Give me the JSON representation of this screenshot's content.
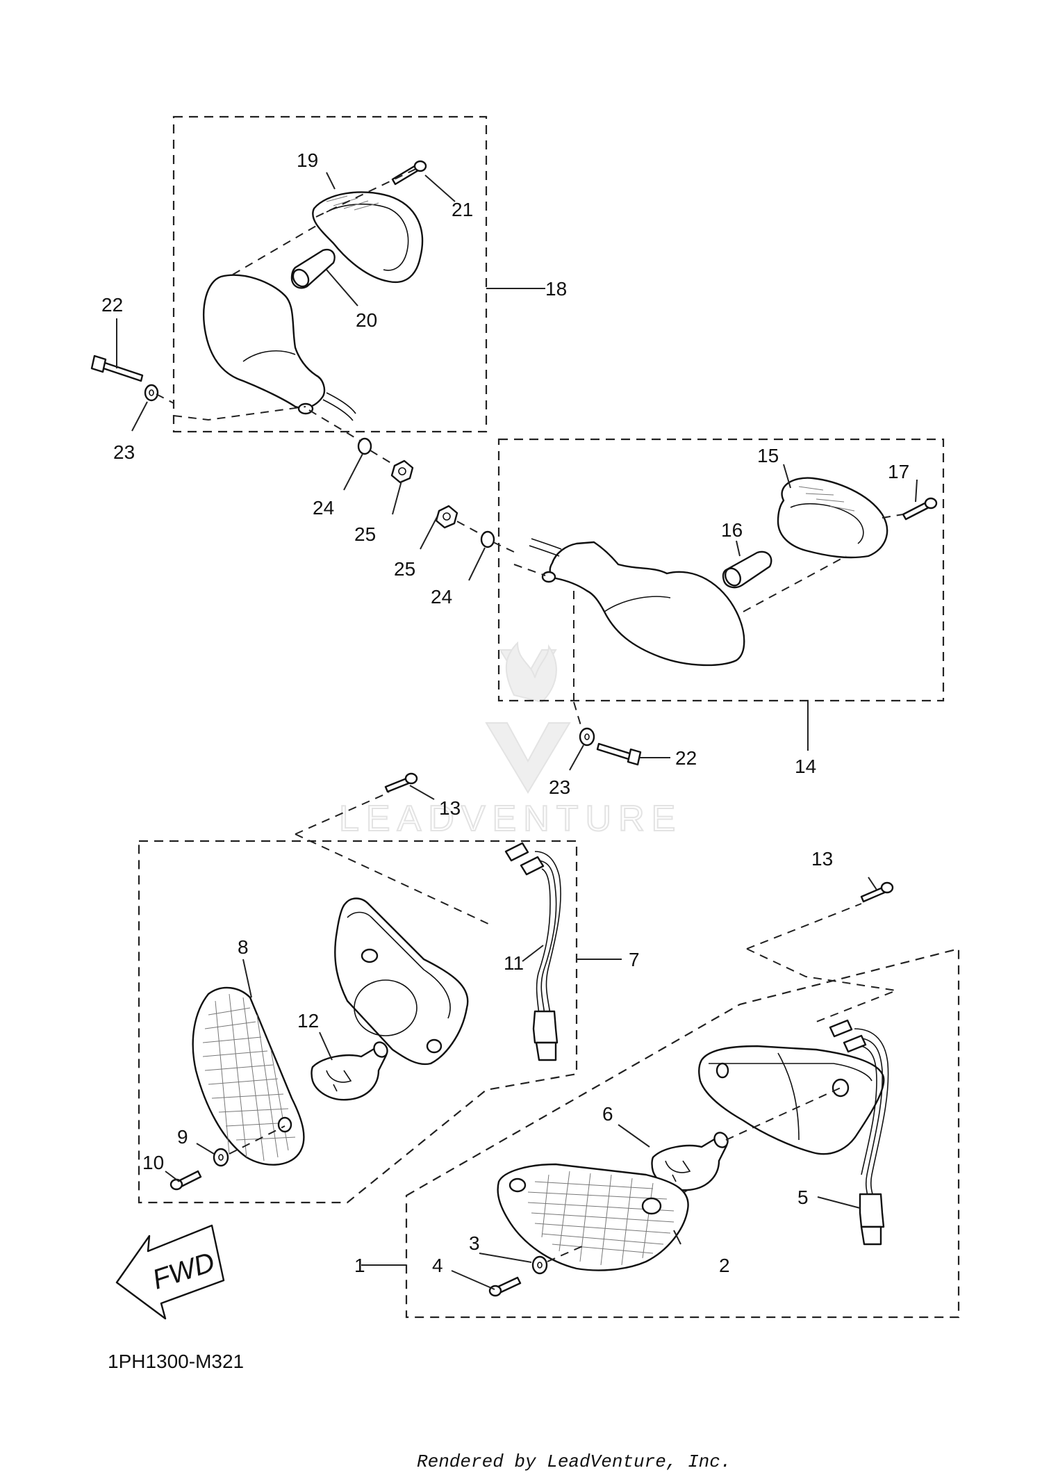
{
  "watermark": {
    "text": "LEADVENTURE"
  },
  "diagram_code": "1PH1300-M321",
  "fwd_label": "FWD",
  "footer": "Rendered by LeadVenture, Inc.",
  "labels": {
    "l1": "1",
    "l2": "2",
    "l3": "3",
    "l4": "4",
    "l5": "5",
    "l6": "6",
    "l7": "7",
    "l8": "8",
    "l9": "9",
    "l10": "10",
    "l11": "11",
    "l12": "12",
    "l13a": "13",
    "l13b": "13",
    "l14": "14",
    "l15": "15",
    "l16": "16",
    "l17": "17",
    "l18": "18",
    "l19": "19",
    "l20": "20",
    "l21": "21",
    "l22a": "22",
    "l22b": "22",
    "l23a": "23",
    "l23b": "23",
    "l24a": "24",
    "l24b": "24",
    "l25a": "25",
    "l25b": "25"
  }
}
